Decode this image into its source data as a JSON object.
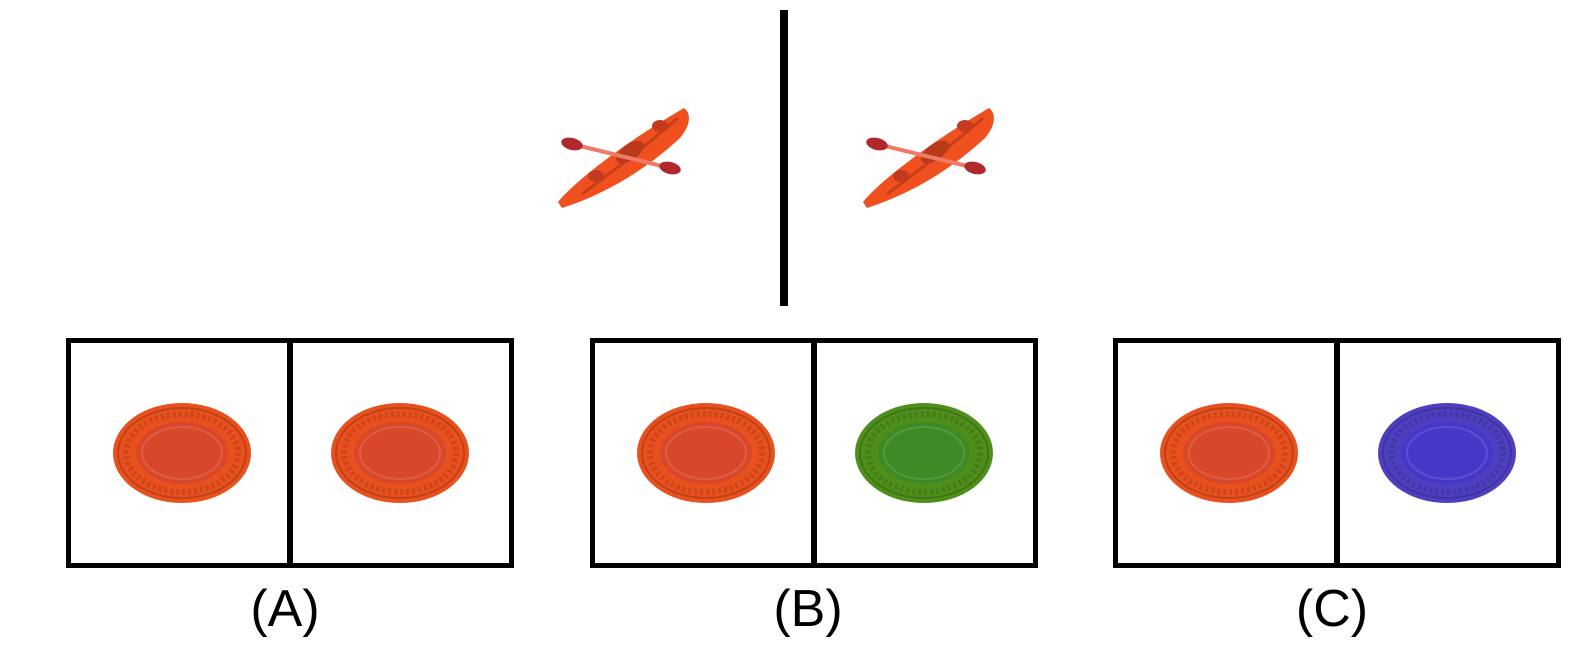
{
  "prompt_pair": {
    "left_object": "kayak",
    "right_object": "kayak",
    "kayak_color": "#ef4a1c"
  },
  "options": [
    {
      "label": "(A)",
      "left_plate": {
        "color": "#e8501e",
        "inner": "#d9472a"
      },
      "right_plate": {
        "color": "#e8501e",
        "inner": "#d9472a"
      }
    },
    {
      "label": "(B)",
      "left_plate": {
        "color": "#e8501e",
        "inner": "#d9472a"
      },
      "right_plate": {
        "color": "#4e8f1c",
        "inner": "#3f8a25"
      }
    },
    {
      "label": "(C)",
      "left_plate": {
        "color": "#e8501e",
        "inner": "#d9472a"
      },
      "right_plate": {
        "color": "#4d3fbf",
        "inner": "#4538c8"
      }
    }
  ]
}
